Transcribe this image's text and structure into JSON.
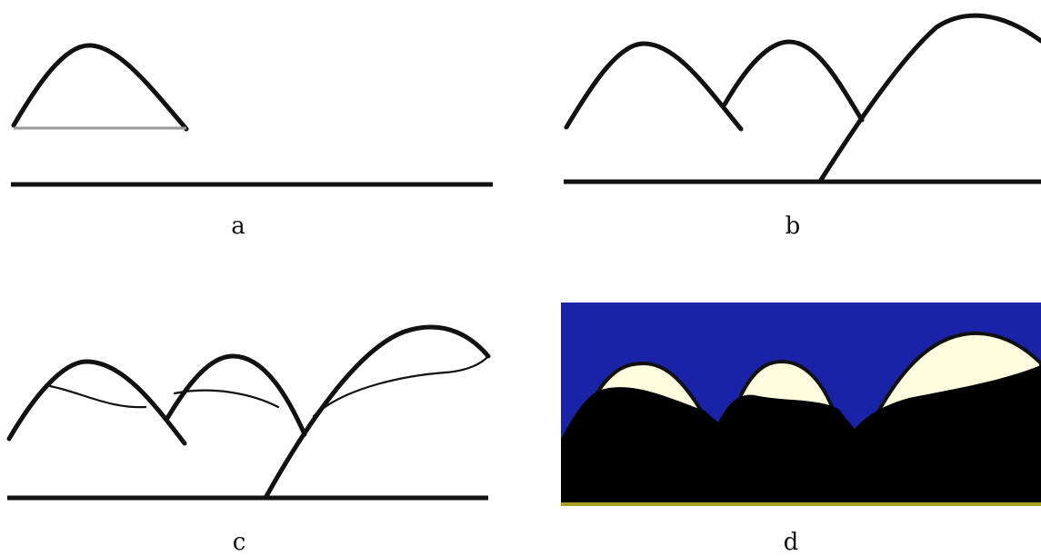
{
  "panels": [
    {
      "id": "a",
      "caption": "a"
    },
    {
      "id": "b",
      "caption": "b"
    },
    {
      "id": "c",
      "caption": "c"
    },
    {
      "id": "d",
      "caption": "d"
    }
  ],
  "colors": {
    "ink": "#111111",
    "hill_fill": "#fffde0",
    "sky": "#1a22a8",
    "ground": "#000000",
    "ground_edge": "#a8a020",
    "base_gray": "#999999"
  }
}
